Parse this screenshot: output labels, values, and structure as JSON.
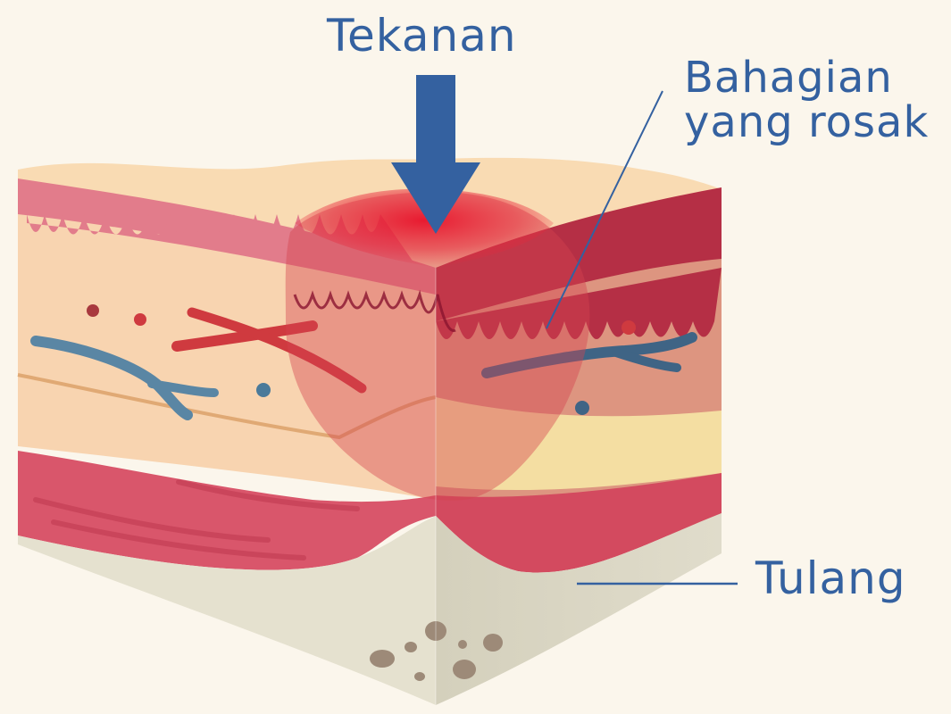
{
  "labels": {
    "pressure": "Tekanan",
    "damaged_line1": "Bahagian",
    "damaged_line2": "yang rosak",
    "bone": "Tulang"
  },
  "colors": {
    "background": "#fbf6ec",
    "label_text": "#3461a0",
    "arrow": "#3461a0",
    "epidermis": "#d9566b",
    "dermis": "#f7d9b8",
    "muscle": "#d34a5f",
    "fat": "#f6e2a6",
    "bone": "#e3e0cf",
    "artery": "#cf3a3f",
    "vein": "#4b7a9a",
    "damage_zone": "#c8162a"
  },
  "icons": [
    "down-arrow-icon",
    "skin-cross-section-illustration",
    "blood-vessel-icon",
    "bone-marrow-spots"
  ]
}
